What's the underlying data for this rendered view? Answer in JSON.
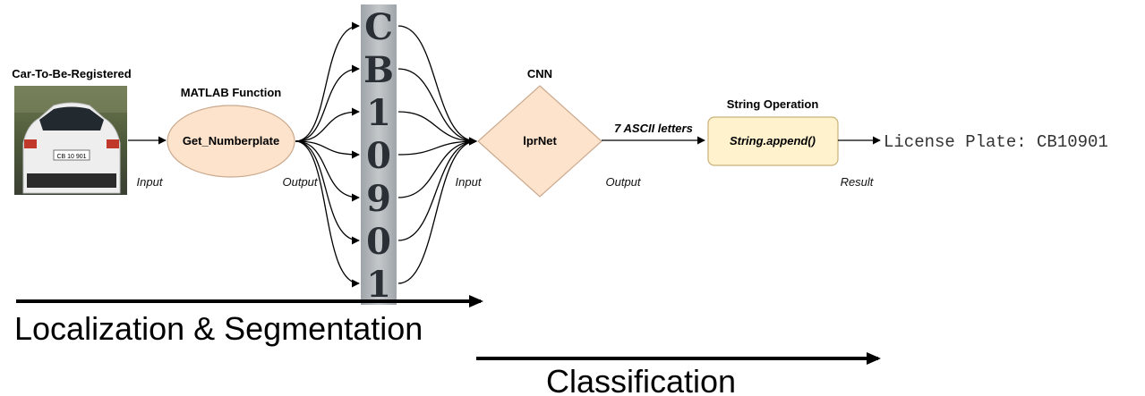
{
  "car": {
    "title": "Car-To-Be-Registered",
    "plate_text": "CB 10 901",
    "arrow_label": "Input"
  },
  "matlab": {
    "title": "MATLAB Function",
    "node_label": "Get_Numberplate",
    "arrow_label": "Output"
  },
  "characters": [
    "C",
    "B",
    "1",
    "0",
    "9",
    "0",
    "1"
  ],
  "cnn": {
    "title": "CNN",
    "node_label": "lprNet",
    "input_label": "Input",
    "output_label": "Output",
    "arrow_label": "7 ASCII letters"
  },
  "string_op": {
    "title": "String Operation",
    "node_label": "String.append()",
    "result_label": "Result"
  },
  "result_text": "License Plate: CB10901",
  "stages": {
    "localization": "Localization & Segmentation",
    "classification": "Classification"
  },
  "colors": {
    "ellipse_fill": "#fde3cc",
    "ellipse_stroke": "#c9a98d",
    "diamond_fill": "#fde3cc",
    "diamond_stroke": "#c9a98d",
    "rect_fill": "#fff2cc",
    "rect_stroke": "#c8b27a"
  }
}
